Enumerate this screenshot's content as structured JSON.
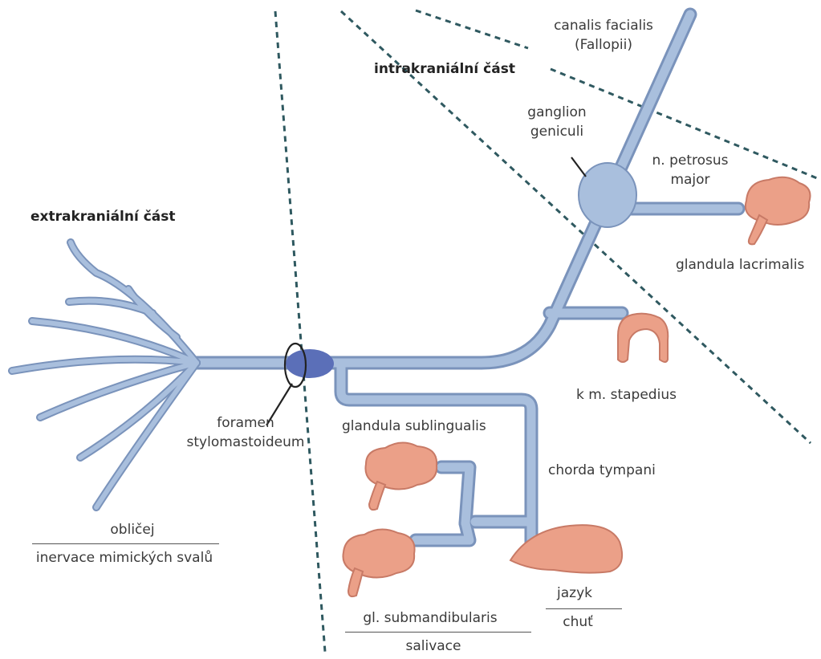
{
  "colors": {
    "nerve_fill": "#a9bfdd",
    "nerve_outline": "#7a93bb",
    "foramen_fill": "#5b6fb8",
    "gland_fill": "#eba088",
    "gland_outline": "#c87a66",
    "dashed_line": "#2f5960"
  },
  "labels": {
    "extracranial": "extrakraniální část",
    "intracranial": "intrakraniální část",
    "canalis_facialis": [
      "canalis facialis",
      "(Fallopii)"
    ],
    "ganglion_geniculi": [
      "ganglion",
      "geniculi"
    ],
    "n_petrosus_major": [
      "n. petrosus",
      "major"
    ],
    "glandula_lacrimalis": "glandula lacrimalis",
    "stapedius": "k m. stapedius",
    "foramen": [
      "foramen",
      "stylomastoideum"
    ],
    "glandula_sublingualis": "glandula sublingualis",
    "chorda_tympani": "chorda tympani",
    "oblicej": "obličej",
    "inervace": "inervace mimických svalů",
    "jazyk": "jazyk",
    "chut": "chuť",
    "submandibularis": "gl. submandibularis",
    "salivace": "salivace"
  }
}
